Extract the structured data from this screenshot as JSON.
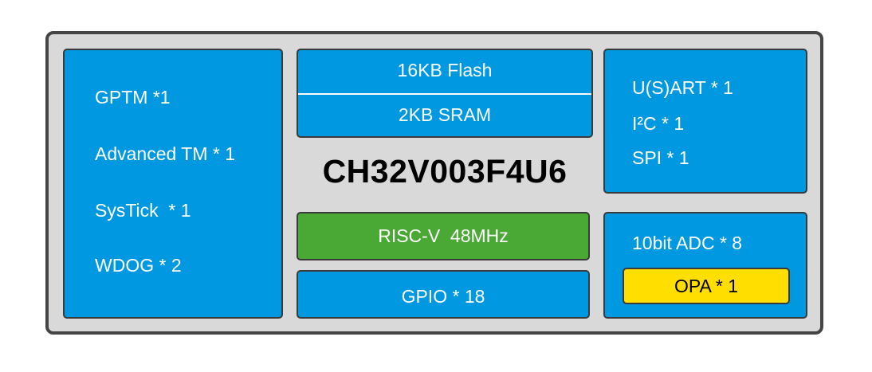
{
  "chip": {
    "title": "CH32V003F4U6"
  },
  "timers": {
    "items": [
      "GPTM *1",
      "Advanced TM * 1",
      "SysTick  * 1",
      "WDOG * 2"
    ]
  },
  "memory": {
    "flash": "16KB Flash",
    "sram": "2KB SRAM"
  },
  "interfaces": {
    "items": [
      "U(S)ART * 1",
      "I²C * 1",
      "SPI * 1"
    ]
  },
  "core": {
    "label": "RISC-V  48MHz"
  },
  "gpio": {
    "label": "GPIO * 18"
  },
  "analog": {
    "adc": "10bit ADC * 8",
    "opa": "OPA * 1"
  },
  "colors": {
    "block_blue": "#0098e0",
    "core_green": "#4aa834",
    "opa_yellow": "#ffde00",
    "frame_gray": "#d9d9d9",
    "border_dark": "#3a3a3a"
  }
}
